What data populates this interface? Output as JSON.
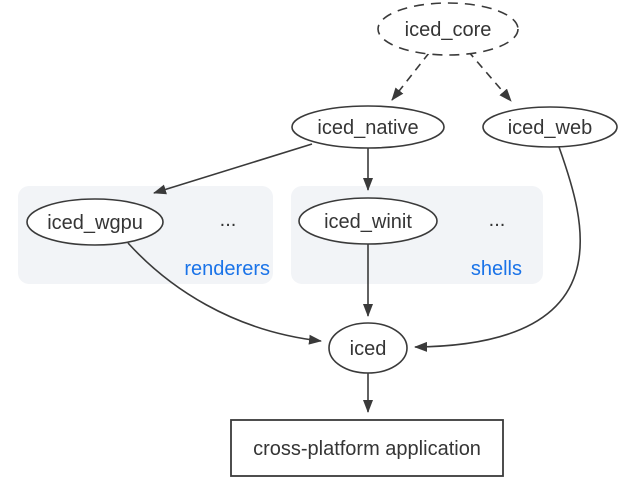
{
  "diagram": {
    "colors": {
      "background": "#ffffff",
      "stroke": "#3a3a3a",
      "text": "#353535",
      "node_fill": "#ffffff",
      "group_fill": "#f2f4f7",
      "group_label": "#1a73e8"
    },
    "nodes": {
      "iced_core": {
        "label": "iced_core",
        "shape": "ellipse",
        "border": "dashed"
      },
      "iced_native": {
        "label": "iced_native",
        "shape": "ellipse",
        "border": "solid"
      },
      "iced_web": {
        "label": "iced_web",
        "shape": "ellipse",
        "border": "solid"
      },
      "iced_wgpu": {
        "label": "iced_wgpu",
        "shape": "ellipse",
        "border": "solid"
      },
      "iced_winit": {
        "label": "iced_winit",
        "shape": "ellipse",
        "border": "solid"
      },
      "iced": {
        "label": "iced",
        "shape": "ellipse",
        "border": "solid"
      },
      "app": {
        "label": "cross-platform application",
        "shape": "rectangle",
        "border": "solid"
      }
    },
    "groups": {
      "renderers": {
        "label": "renderers",
        "ellipsis": "...",
        "contains": [
          "iced_wgpu"
        ]
      },
      "shells": {
        "label": "shells",
        "ellipsis": "...",
        "contains": [
          "iced_winit"
        ]
      }
    },
    "edges": [
      {
        "from": "iced_core",
        "to": "iced_native",
        "style": "dashed"
      },
      {
        "from": "iced_core",
        "to": "iced_web",
        "style": "dashed"
      },
      {
        "from": "iced_native",
        "to": "iced_wgpu",
        "style": "solid"
      },
      {
        "from": "iced_native",
        "to": "iced_winit",
        "style": "solid"
      },
      {
        "from": "iced_winit",
        "to": "iced",
        "style": "solid"
      },
      {
        "from": "iced_wgpu",
        "to": "iced",
        "style": "solid"
      },
      {
        "from": "iced_web",
        "to": "iced",
        "style": "solid"
      },
      {
        "from": "iced",
        "to": "app",
        "style": "solid"
      }
    ]
  }
}
